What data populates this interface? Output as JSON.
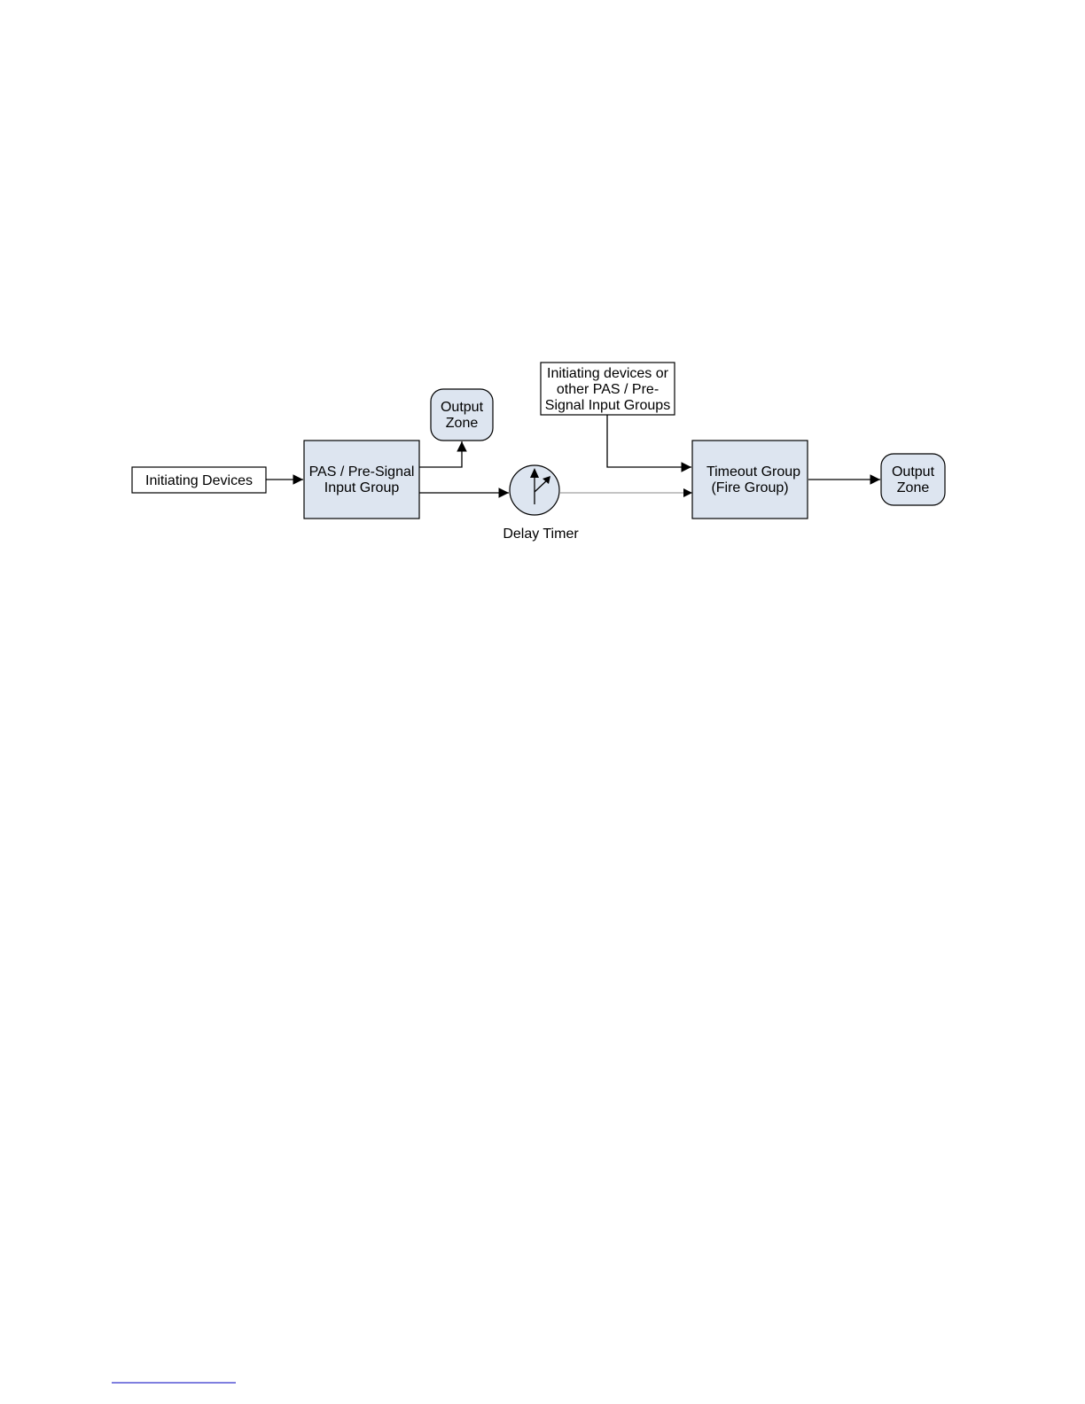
{
  "diagram": {
    "nodes": {
      "initiating_devices": {
        "lines": [
          "Initiating Devices"
        ]
      },
      "pas_group": {
        "lines": [
          "PAS / Pre-Signal",
          "Input Group"
        ]
      },
      "output_zone_1": {
        "lines": [
          "Output",
          "Zone"
        ]
      },
      "delay_timer": {
        "label": "Delay Timer"
      },
      "initiating_other": {
        "lines": [
          "Initiating devices or",
          "other PAS / Pre-",
          "Signal Input Groups"
        ]
      },
      "timeout_group": {
        "lines": [
          "Timeout Group",
          "(Fire Group)"
        ]
      },
      "output_zone_2": {
        "lines": [
          "Output",
          "Zone"
        ]
      }
    },
    "edges": [
      {
        "from": "initiating_devices",
        "to": "pas_group"
      },
      {
        "from": "pas_group",
        "to": "output_zone_1"
      },
      {
        "from": "pas_group",
        "to": "delay_timer"
      },
      {
        "from": "delay_timer",
        "to": "timeout_group"
      },
      {
        "from": "initiating_other",
        "to": "timeout_group"
      },
      {
        "from": "timeout_group",
        "to": "output_zone_2"
      }
    ]
  },
  "colors": {
    "node_fill": "#dde5f0",
    "plain_fill": "#ffffff",
    "stroke": "#000000",
    "footnote_rule": "#3333cc"
  }
}
